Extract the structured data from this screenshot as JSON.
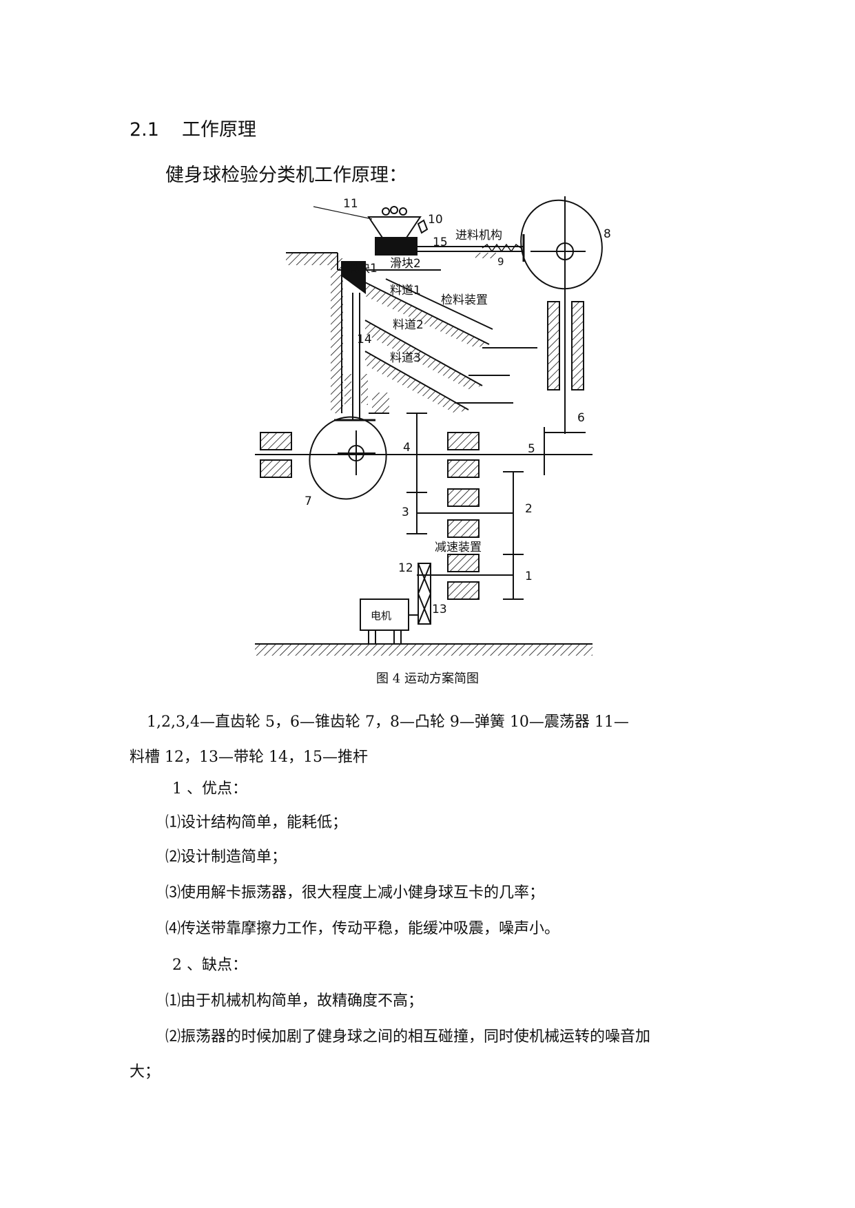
{
  "section": {
    "number": "2.1",
    "title": "工作原理"
  },
  "intro": "健身球检验分类机工作原理：",
  "diagram": {
    "labels": {
      "n11": "11",
      "n10": "10",
      "n15": "15",
      "n9": "9",
      "n8": "8",
      "feed": "进料机构",
      "slider1": "滑块1",
      "slider2": "滑块2",
      "chute1": "料道1",
      "chute2": "料道2",
      "chute3": "料道3",
      "inspect": "检料装置",
      "n14": "14",
      "n6": "6",
      "n4": "4",
      "n5": "5",
      "n7": "7",
      "n3": "3",
      "n2": "2",
      "reducer": "减速装置",
      "n12": "12",
      "n1": "1",
      "n13": "13",
      "motor": "电机"
    }
  },
  "caption": "图 4  运动方案简图",
  "legend_line1": "1,2,3,4—直齿轮    5，6—锥齿轮    7，8—凸轮    9—弹簧    10—震荡器      11—",
  "legend_line2": "料槽    12，13—带轮    14，15—推杆",
  "adv_title": "1 、优点：",
  "adv": [
    "⑴设计结构简单，能耗低；",
    "⑵设计制造简单；",
    "⑶使用解卡振荡器，很大程度上减小健身球互卡的几率；",
    "⑷传送带靠摩擦力工作，传动平稳，能缓冲吸震，噪声小。"
  ],
  "dis_title": "2 、缺点：",
  "dis": [
    "⑴由于机械机构简单，故精确度不高；",
    "⑵振荡器的时候加剧了健身球之间的相互碰撞，同时使机械运转的噪音加"
  ],
  "dis_cont": "大；"
}
